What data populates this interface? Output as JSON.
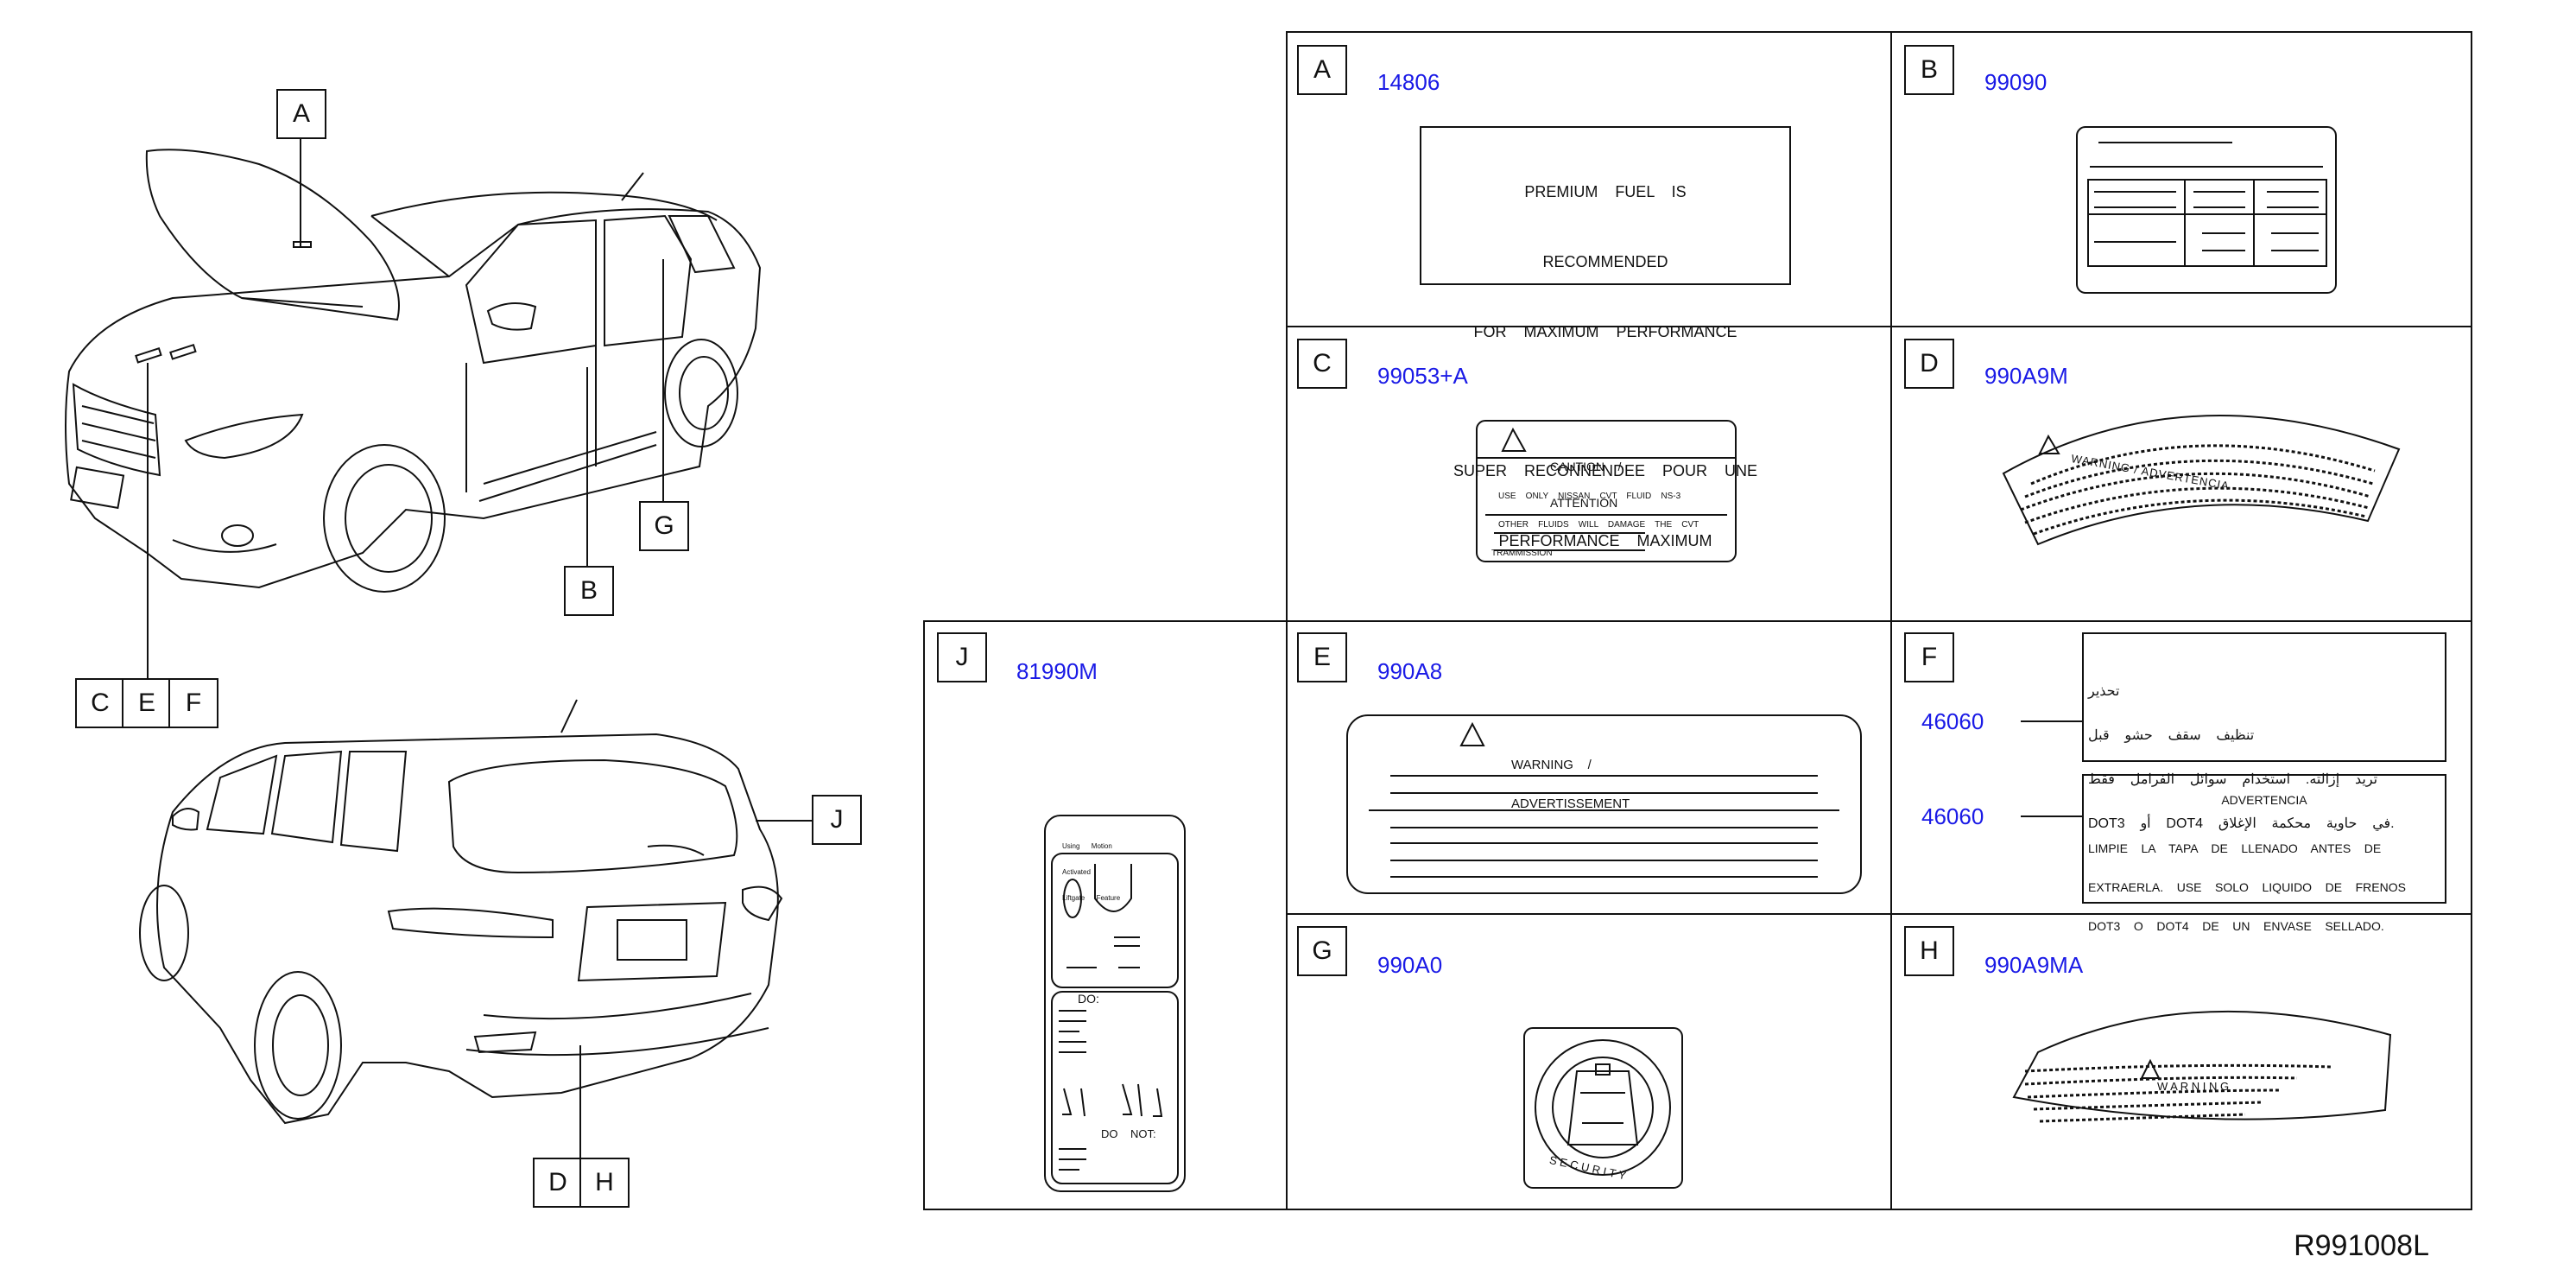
{
  "callouts": {
    "car_a": "A",
    "car_b": "B",
    "car_c": "C",
    "car_e": "E",
    "car_f": "F",
    "car_g": "G",
    "car_d": "D",
    "car_h": "H",
    "car_j": "J"
  },
  "panels": [
    {
      "letter": "A",
      "part": "14806"
    },
    {
      "letter": "B",
      "part": "99090"
    },
    {
      "letter": "C",
      "part": "99053+A"
    },
    {
      "letter": "D",
      "part": "990A9M"
    },
    {
      "letter": "J",
      "part": "81990M"
    },
    {
      "letter": "E",
      "part": "990A8"
    },
    {
      "letter": "F",
      "part": "46060",
      "part2": "46060"
    },
    {
      "letter": "G",
      "part": "990A0"
    },
    {
      "letter": "H",
      "part": "990A9MA"
    }
  ],
  "label_a": {
    "line1": "PREMIUM    FUEL    IS",
    "line2": "RECOMMENDED",
    "line3": "FOR    MAXIMUM    PERFORMANCE",
    "line4": "SUPER    RECONNENDEE    POUR    UNE",
    "line5": "PERFORMANCE    MAXIMUM"
  },
  "label_c": {
    "title1": "CAUTION    /",
    "title2": "ATTENTION",
    "body1": "USE    ONLY    NISSAN    CVT    FLUID    NS-3",
    "body2": "OTHER    FLUIDS    WILL    DAMAGE    THE    CVT",
    "body3": "TRAMMISSION"
  },
  "label_d": {
    "title": "WARNING / ADVERTENCIA"
  },
  "label_e": {
    "title1": "WARNING    /",
    "title2": "ADVERTISSEMENT"
  },
  "label_f": {
    "ar1": "تحذير",
    "ar2": "تنظيف    سقف    حشو    قبل",
    "ar3": "تريد    إزالته.    استخدام    سوائل    الفرامل    فقط",
    "ar4": "DOT3    أو    DOT4    في    حاوية    محكمة    الإغلاق.",
    "es_title": "ADVERTENCIA",
    "es1": "LIMPIE    LA    TAPA    DE    LLENADO    ANTES    DE",
    "es2": "EXTRAERLA.    USE    SOLO    LIQUIDO    DE    FRENOS",
    "es3": "DOT3    O    DOT4    DE    UN    ENVASE    SELLADO."
  },
  "label_g": {
    "text": "S E C U R I T Y"
  },
  "label_h": {
    "title": "W A R N I N G"
  },
  "label_j": {
    "head1": "Using      Motion",
    "head2": "Activated",
    "head3": "Liftgate      Feature",
    "do": "DO:",
    "donot": "DO    NOT:"
  },
  "reference": "R991008L"
}
